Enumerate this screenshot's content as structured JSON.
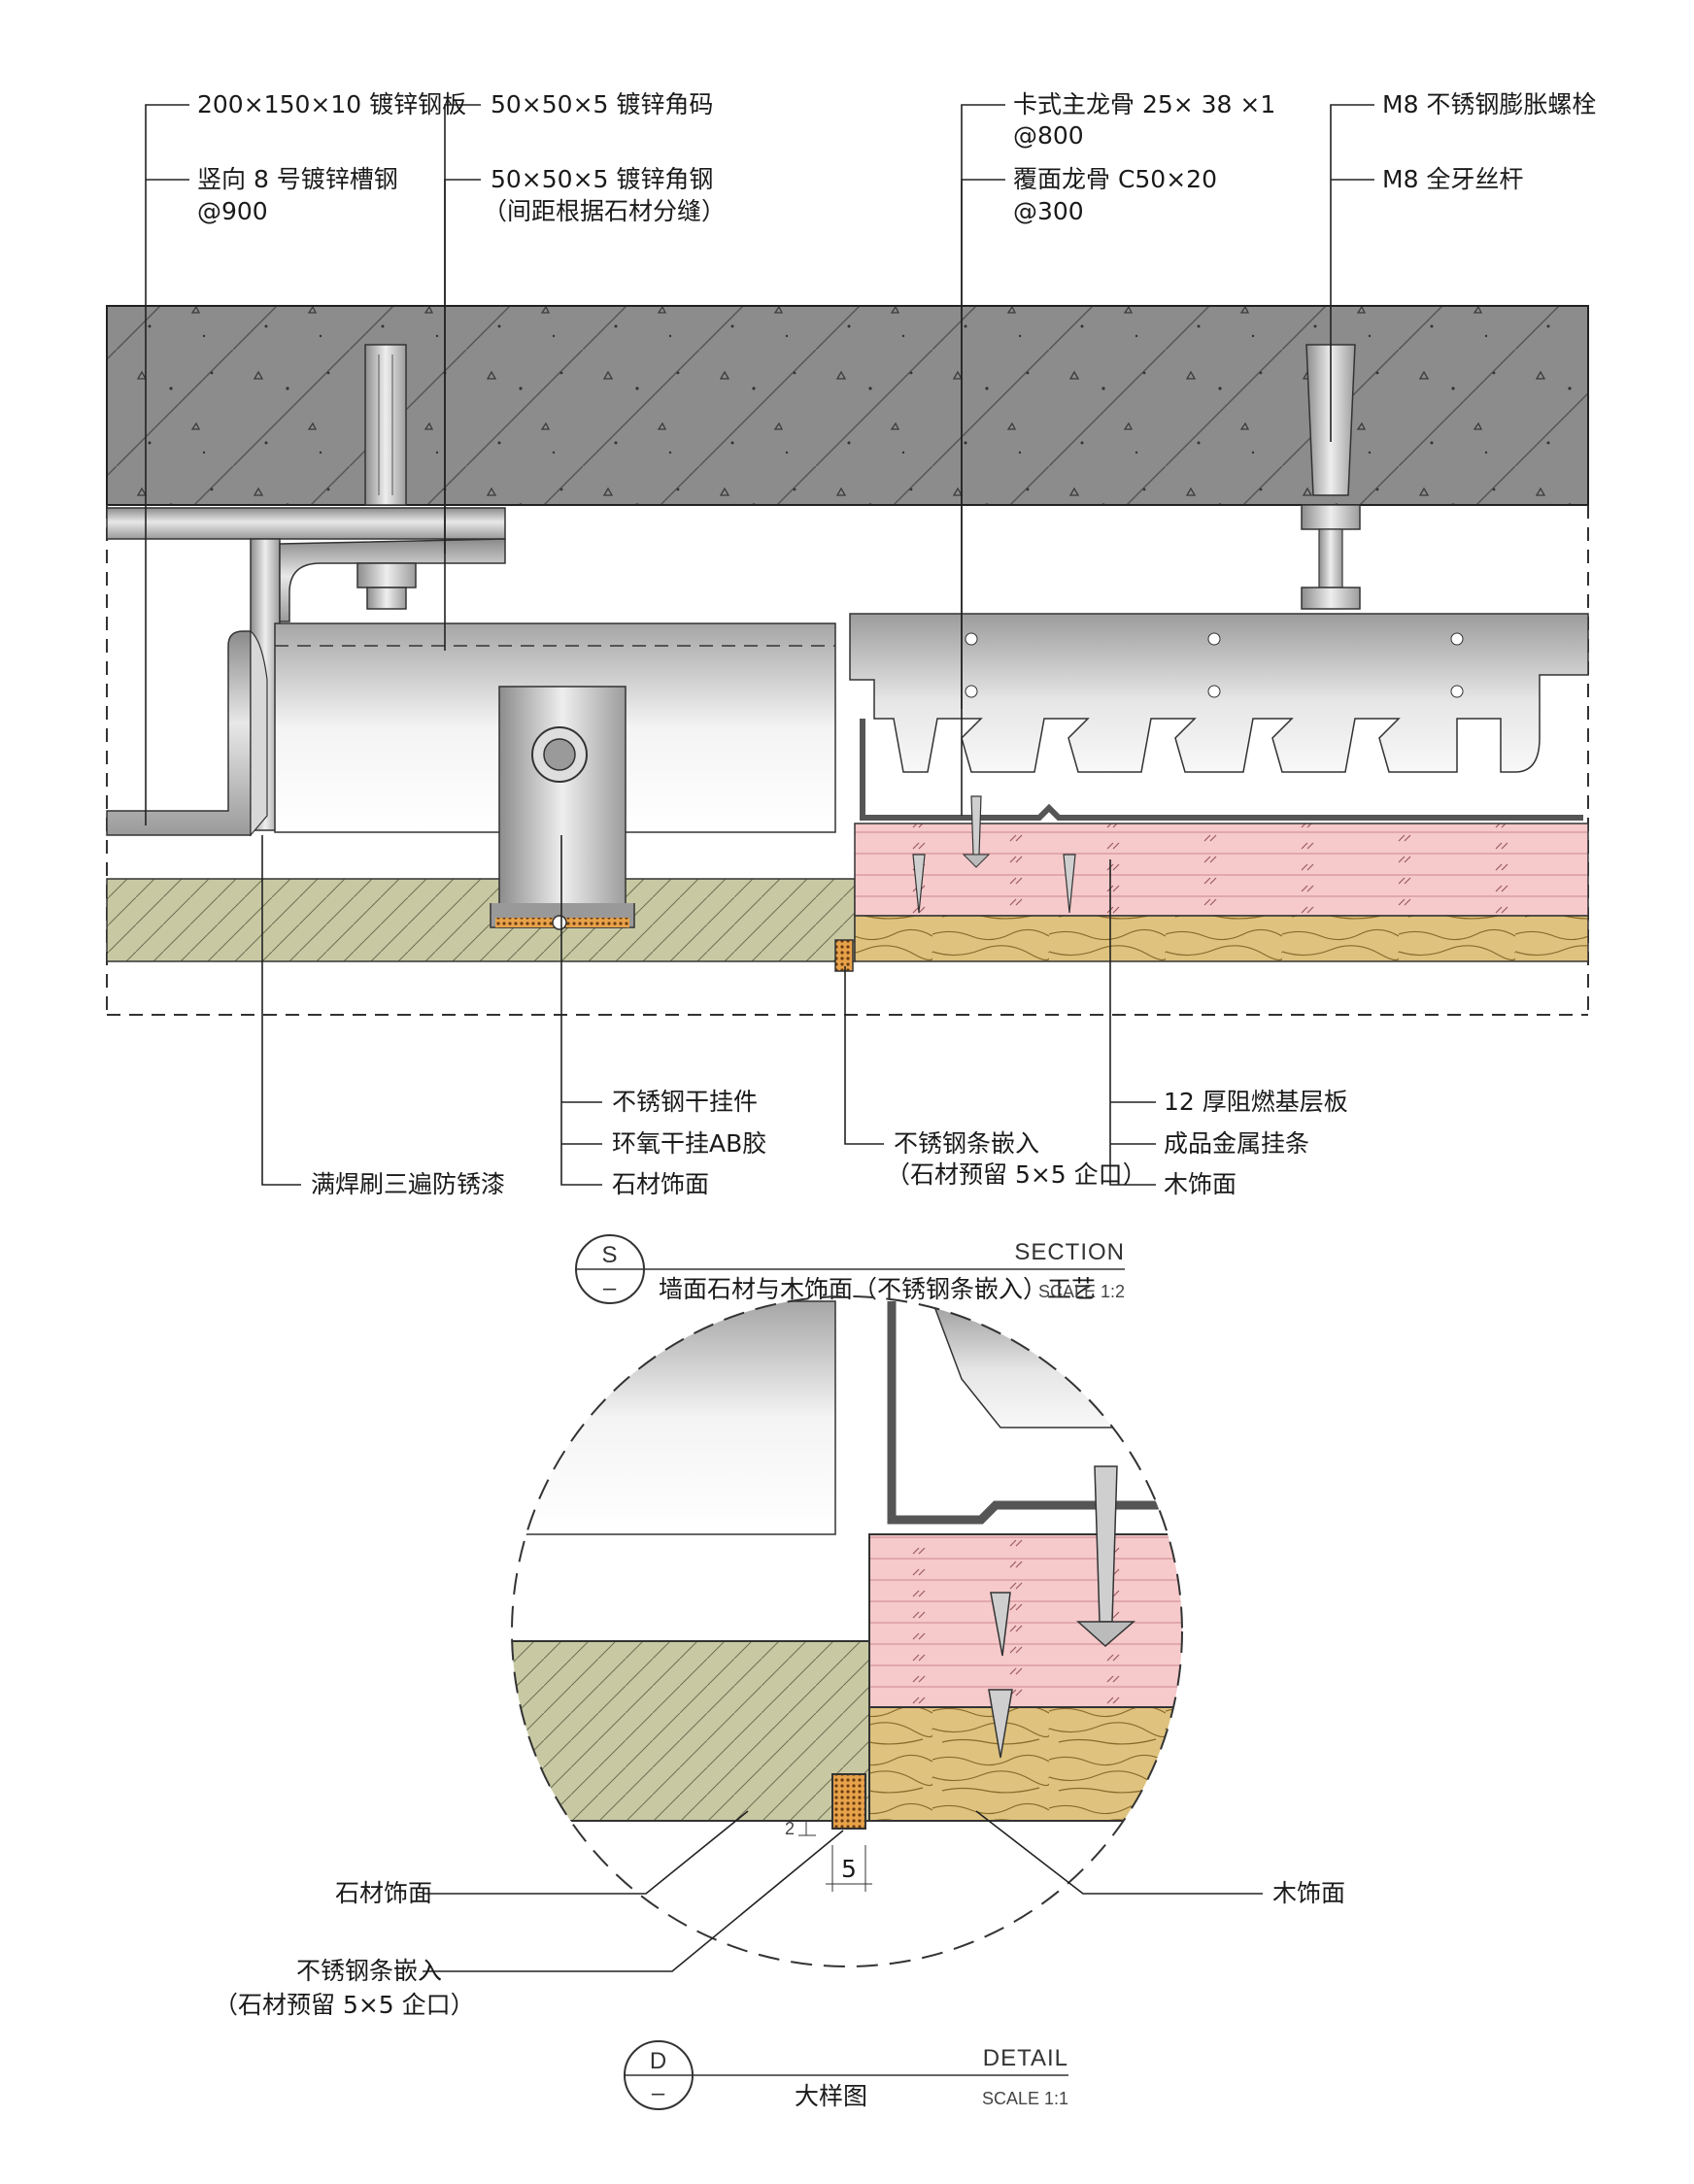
{
  "section": {
    "labels": {
      "plate": "200×150×10 镀锌钢板",
      "channel_1": "竖向 8 号镀锌槽钢",
      "channel_2": "@900",
      "angle_code": "50×50×5 镀锌角码",
      "angle_steel_1": "50×50×5 镀锌角钢",
      "angle_steel_2": "（间距根据石材分缝）",
      "main_keel_1": "卡式主龙骨 25× 38 ×1",
      "main_keel_2": "@800",
      "cover_keel_1": "覆面龙骨 C50×20",
      "cover_keel_2": "@300",
      "bolt": "M8 不锈钢膨胀螺栓",
      "rod": "M8 全牙丝杆",
      "hanger": "不锈钢干挂件",
      "glue": "环氧干挂AB胶",
      "stone": "石材饰面",
      "strip_1": "不锈钢条嵌入",
      "strip_2": "（石材预留 5×5 企口）",
      "board": "12 厚阻燃基层板",
      "metal_strip": "成品金属挂条",
      "wood": "木饰面",
      "weld": "满焊刷三遍防锈漆"
    },
    "title_block": {
      "letter": "S",
      "sub": "–",
      "type": "SECTION",
      "name": "墙面石材与木饰面（不锈钢条嵌入）工艺",
      "scale": "SCALE 1:2"
    }
  },
  "detail": {
    "labels": {
      "stone": "石材饰面",
      "wood": "木饰面",
      "strip_1": "不锈钢条嵌入",
      "strip_2": "（石材预留 5×5 企口）"
    },
    "dims": {
      "gap": "2",
      "width": "5"
    },
    "title_block": {
      "letter": "D",
      "sub": "–",
      "type": "DETAIL",
      "name": "大样图",
      "scale": "SCALE 1:1"
    }
  },
  "colors": {
    "concrete": "#8c8c8c",
    "stone": "#c8c9a3",
    "board": "#f6c9cb",
    "wood": "#dec27e",
    "steel": "#bdbdbd"
  }
}
